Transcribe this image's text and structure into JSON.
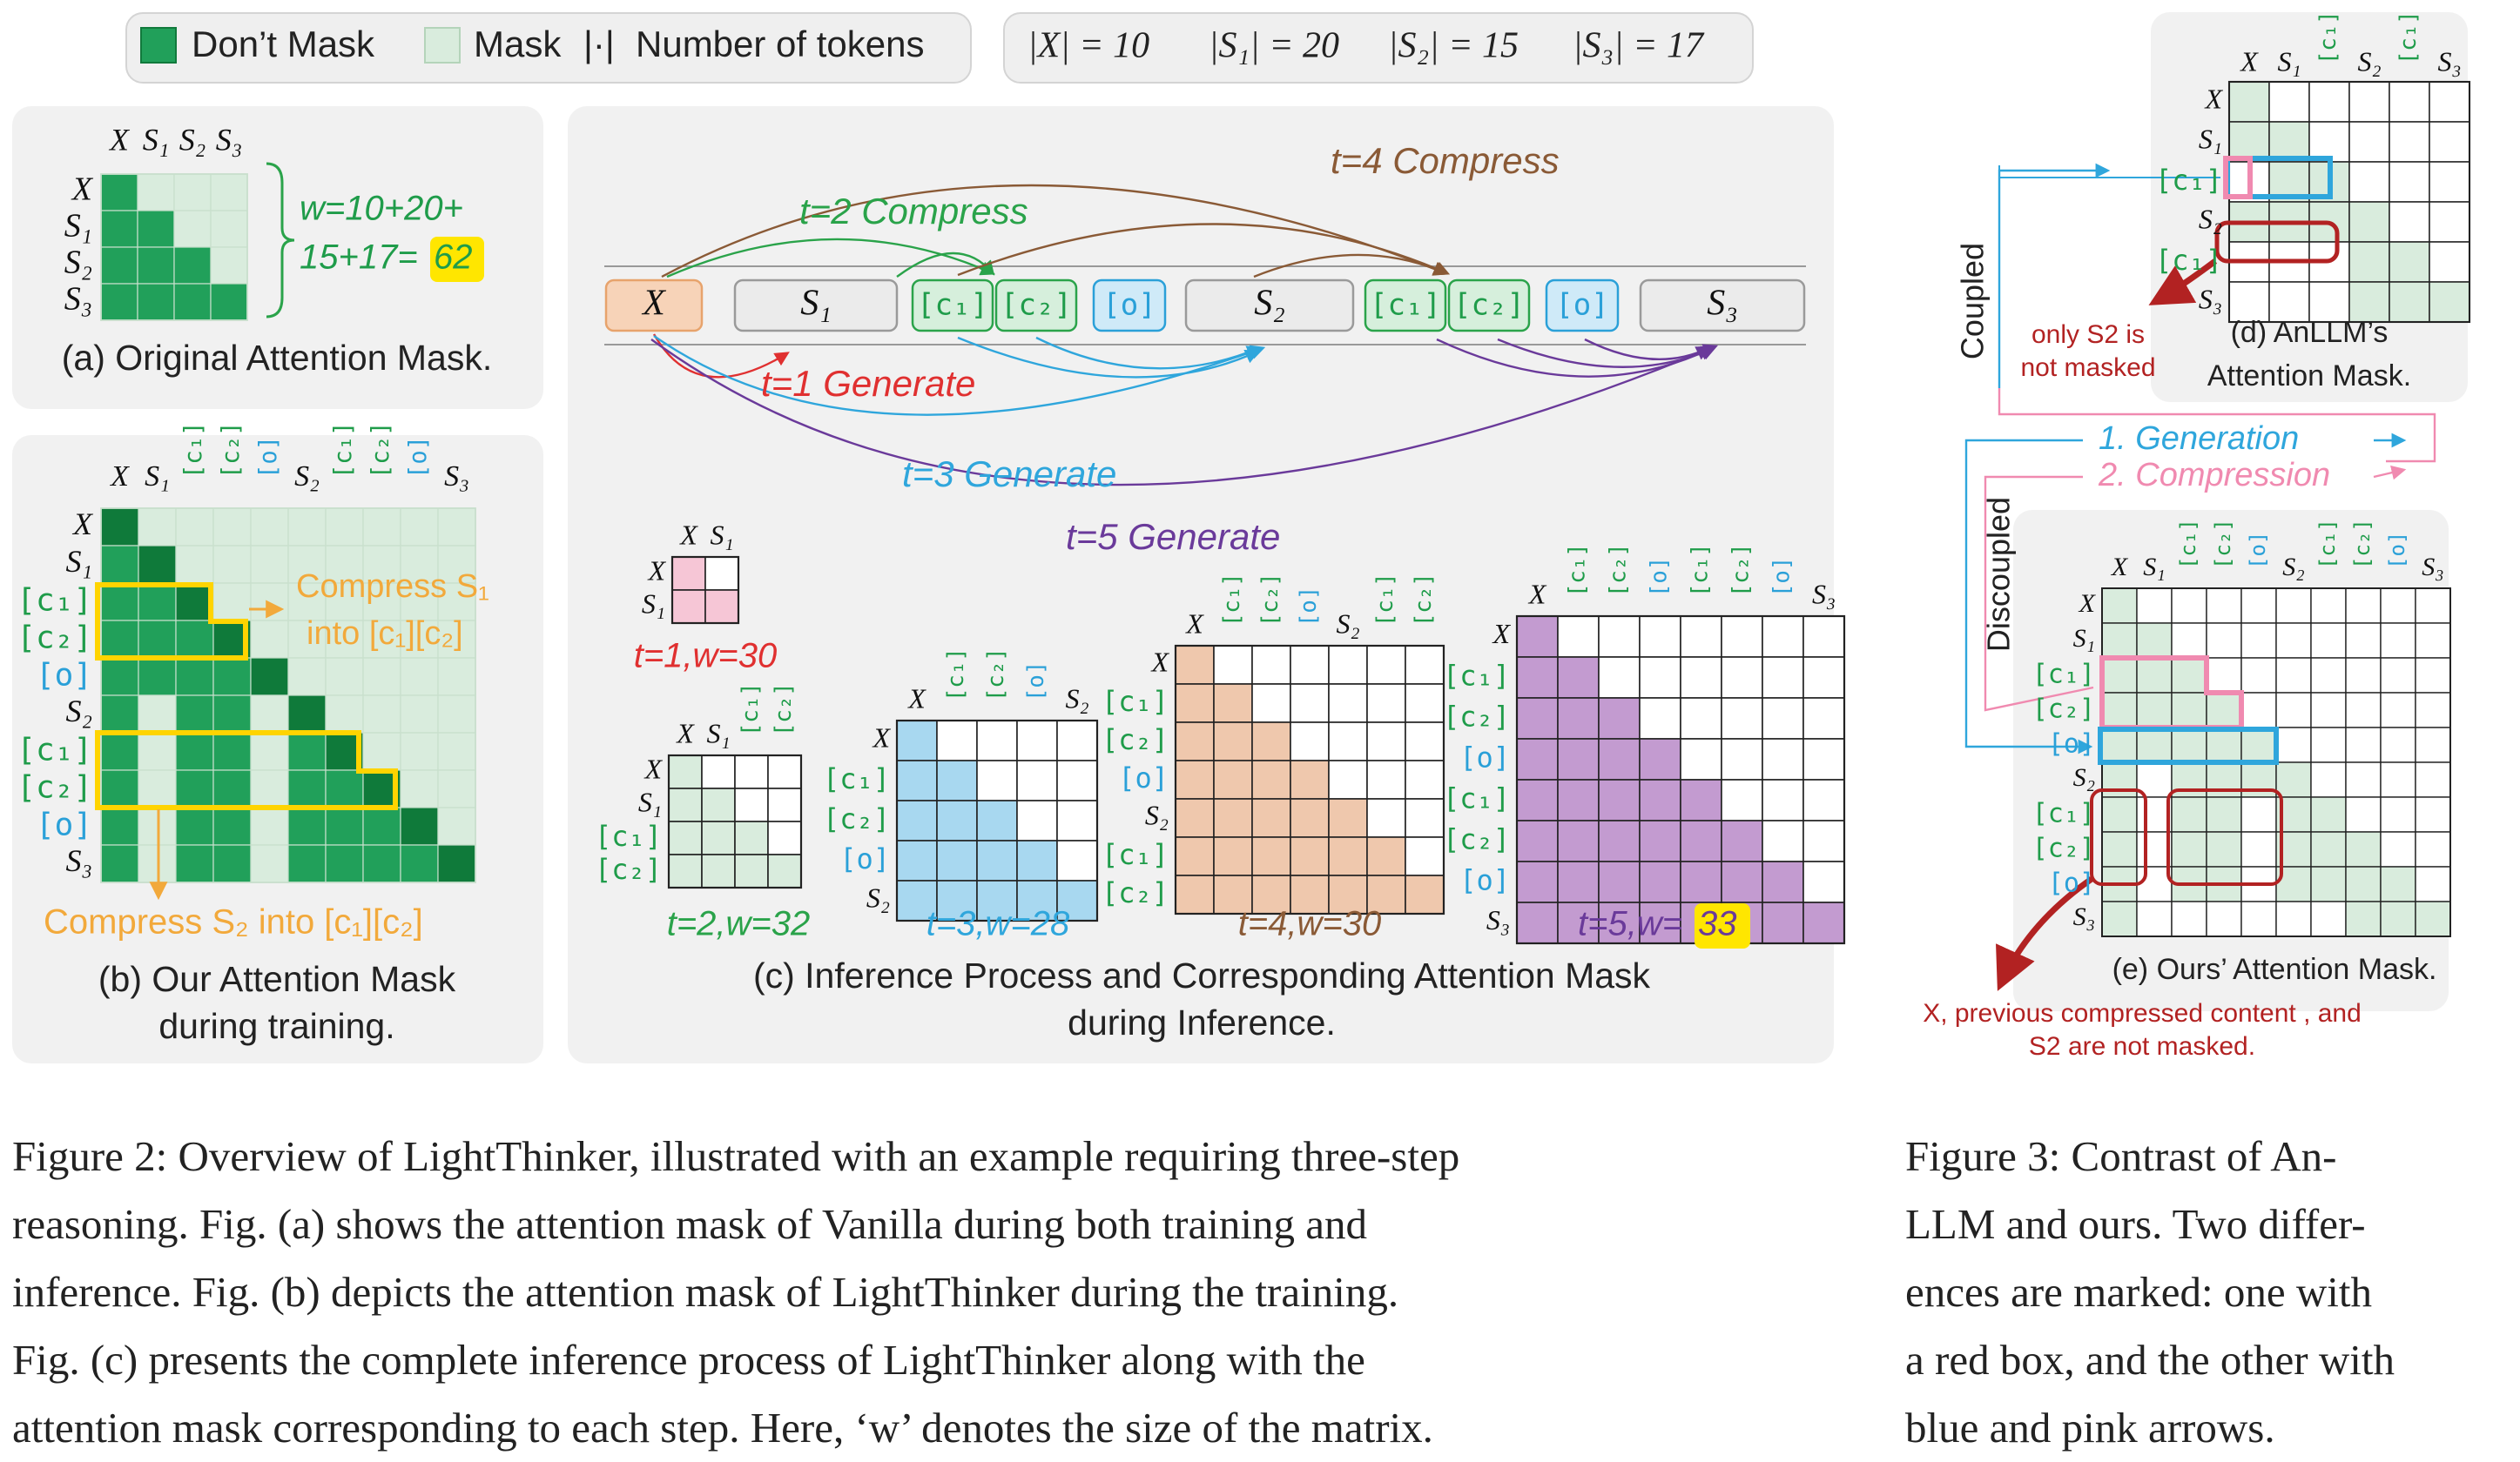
{
  "legend": {
    "dont_mask": "Don’t Mask",
    "mask": "Mask",
    "num_symbol": "|·|",
    "num_tokens": "Number of tokens"
  },
  "sizes": {
    "x": "|X| = 10",
    "s1": "|S₁| = 20",
    "s2": "|S₂| = 15",
    "s3": "|S₃| = 17"
  },
  "panel_a": {
    "caption": "(a) Original Attention Mask.",
    "labels": [
      "X",
      "S₁",
      "S₂",
      "S₃"
    ],
    "formula_line1": "w=10+20+",
    "formula_line2": "15+17=",
    "formula_result": "62"
  },
  "panel_b": {
    "caption_line1": "(b) Our Attention Mask",
    "caption_line2": "during training.",
    "labels": [
      "X",
      "S₁",
      "[c₁]",
      "[c₂]",
      "[o]",
      "S₂",
      "[c₁]",
      "[c₂]",
      "[o]",
      "S₃"
    ],
    "compress1_line1": "Compress S₁",
    "compress1_line2": "into [c₁][c₂]",
    "compress2": "Compress S₂ into [c₁][c₂]"
  },
  "panel_c": {
    "tokens": [
      "X",
      "S₁",
      "[c₁]",
      "[c₂]",
      "[o]",
      "S₂",
      "[c₁]",
      "[c₂]",
      "[o]",
      "S₃"
    ],
    "steps": [
      {
        "label": "t=1 Generate",
        "color": "#e03030"
      },
      {
        "label": "t=2 Compress",
        "color": "#2aa34a"
      },
      {
        "label": "t=3 Generate",
        "color": "#2fa6dc"
      },
      {
        "label": "t=4 Compress",
        "color": "#8a5a36"
      },
      {
        "label": "t=5 Generate",
        "color": "#6a3a9a"
      }
    ],
    "mini_captions": [
      "t=1,w=30",
      "t=2,w=32",
      "t=3,w=28",
      "t=4,w=30",
      "t=5,w="
    ],
    "t5_result": "33",
    "mini_labels": {
      "m1_rows": [
        "X",
        "S₁"
      ],
      "m1_cols": [
        "X",
        "S₁"
      ],
      "m2_rows": [
        "X",
        "S₁",
        "[c₁]",
        "[c₂]"
      ],
      "m2_cols": [
        "X",
        "S₁",
        "[c₁]",
        "[c₂]"
      ],
      "m3_rows": [
        "X",
        "[c₁]",
        "[c₂]",
        "[o]",
        "S₂"
      ],
      "m3_cols": [
        "X",
        "[c₁]",
        "[c₂]",
        "[o]",
        "S₂"
      ],
      "m4_rows": [
        "X",
        "[c₁]",
        "[c₂]",
        "[o]",
        "S₂",
        "[c₁]",
        "[c₂]"
      ],
      "m4_cols": [
        "X",
        "[c₁]",
        "[c₂]",
        "[o]",
        "S₂",
        "[c₁]",
        "[c₂]"
      ],
      "m5_rows": [
        "X",
        "[c₁]",
        "[c₂]",
        "[o]",
        "[c₁]",
        "[c₂]",
        "[o]",
        "S₃"
      ],
      "m5_cols": [
        "X",
        "[c₁]",
        "[c₂]",
        "[o]",
        "[c₁]",
        "[c₂]",
        "[o]",
        "S₃"
      ]
    },
    "caption_line1": "(c) Inference Process and Corresponding Attention Mask",
    "caption_line2": "during Inference."
  },
  "panel_d": {
    "labels_rows": [
      "X",
      "S₁",
      "[c₁]",
      "S₂",
      "[c₁]",
      "S₃"
    ],
    "labels_cols": [
      "X",
      "S₁",
      "[c₁]",
      "S₂",
      "[c₁]",
      "S₃"
    ],
    "caption_line1": "(d) AnLLM’s",
    "caption_line2": "Attention Mask.",
    "note_line1": "only S2 is",
    "note_line2": "not masked"
  },
  "panel_e": {
    "labels": [
      "X",
      "S₁",
      "[c₁]",
      "[c₂]",
      "[o]",
      "S₂",
      "[c₁]",
      "[c₂]",
      "[o]",
      "S₃"
    ],
    "caption": "(e) Ours’ Attention Mask.",
    "note_line1": "X, previous compressed content , and",
    "note_line2": "S2 are not masked."
  },
  "fig3_side": {
    "coupled": "Coupled",
    "discoupled": "Discoupled",
    "generation": "1. Generation",
    "compression": "2. Compression"
  },
  "captions": {
    "fig2": [
      "Figure 2: Overview of LightThinker, illustrated with an example requiring three-step",
      "reasoning. Fig. (a) shows the attention mask of Vanilla during both training and",
      "inference. Fig. (b) depicts the attention mask of LightThinker during the training.",
      "Fig. (c) presents the complete inference process of LightThinker along with the",
      "attention mask corresponding to each step. Here, ‘w’ denotes the size of the matrix."
    ],
    "fig3": [
      "Figure 3: Contrast of An-",
      "LLM and ours. Two differ-",
      "ences are marked: one with",
      "a red box, and the other with",
      "blue and pink arrows."
    ]
  },
  "colors": {
    "green_dark": "#21a05a",
    "green_light": "#d9ecdd",
    "pink": "#f6c6d6",
    "blue": "#a8d8f0",
    "tan": "#efc8ad",
    "purple": "#c39bd0",
    "yellow": "#ffe600",
    "token_blue": "#2aa0d8",
    "token_green": "#1f9c4a"
  }
}
